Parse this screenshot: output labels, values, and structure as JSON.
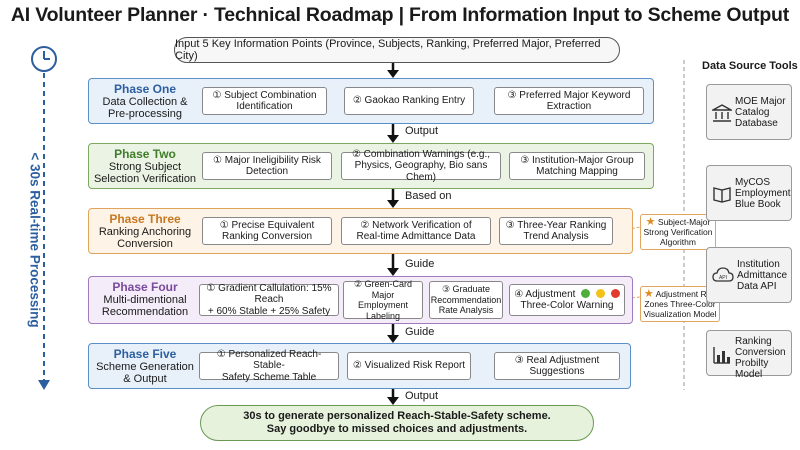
{
  "title": "AI Volunteer Planner · Technical Roadmap | From Information Input to Scheme Output",
  "input": "Input 5 Key Information Points (Province, Subjects, Ranking, Preferred Major, Preferred City)",
  "side_label": "< 30s Real-time Processing",
  "phases": [
    {
      "name": "Phase One",
      "sub": [
        "Data Collection &",
        "Pre-processing"
      ],
      "steps": [
        [
          "① Subject Combination",
          "Identification"
        ],
        [
          "② Gaokao Ranking Entry"
        ],
        [
          "③ Preferred Major Keyword",
          "Extraction"
        ]
      ]
    },
    {
      "name": "Phase Two",
      "sub": [
        "Strong Subject",
        "Selection Verification"
      ],
      "steps": [
        [
          "① Major Ineligibility Risk",
          "Detection"
        ],
        [
          "② Combination Warnings (e.g.,",
          "Physics, Geography, Bio sans Chem)"
        ],
        [
          "③ Institution-Major Group",
          "Matching Mapping"
        ]
      ]
    },
    {
      "name": "Phase Three",
      "sub": [
        "Ranking Anchoring",
        "Conversion"
      ],
      "steps": [
        [
          "① Precise Equivalent",
          "Ranking Conversion"
        ],
        [
          "② Network Verification of",
          "Real-time Admittance Data"
        ],
        [
          "③ Three-Year Ranking",
          "Trend Analysis"
        ]
      ]
    },
    {
      "name": "Phase Four",
      "sub": [
        "Multi-dimentional",
        "Recommendation"
      ],
      "steps": [
        [
          "① Gradient Callulation: 15% Reach",
          "+ 60% Stable + 25% Safety"
        ],
        [
          "② Green-Card Major",
          "Employment",
          "Labeling"
        ],
        [
          "③ Graduate",
          "Recommendation",
          "Rate Analysis"
        ],
        [
          "④ Adjustment",
          "Three-Color Warning"
        ]
      ]
    },
    {
      "name": "Phase Five",
      "sub": [
        "Scheme Generation",
        "& Output"
      ],
      "steps": [
        [
          "① Personalized Reach-Stable-",
          "Safety Scheme Table"
        ],
        [
          "② Visualized Risk Report"
        ],
        [
          "③ Real Adjustment Suggestions"
        ]
      ]
    }
  ],
  "connectors": [
    "Output",
    "Based on",
    "Guide",
    "Guide",
    "Output"
  ],
  "algorithms": [
    [
      "Subject-Major",
      "Strong Verification",
      "Algorithm"
    ],
    [
      "Adjustment Red",
      "Zones Three-Color",
      "Visualization Model"
    ]
  ],
  "tools_title": "Data Source Tools",
  "tools": [
    {
      "name": [
        "MOE Major",
        "Catalog",
        "Database"
      ],
      "icon": "institution-icon"
    },
    {
      "name": [
        "MyCOS",
        "Employment",
        "Blue Book"
      ],
      "icon": "book-icon"
    },
    {
      "name": [
        "Institution",
        "Admittance",
        "Data API"
      ],
      "icon": "api-cloud-icon"
    },
    {
      "name": [
        "Ranking",
        "Conversion",
        "Probilty Model"
      ],
      "icon": "bar-chart-icon"
    }
  ],
  "output": [
    "30s to generate personalized Reach-Stable-Safety scheme.",
    "Say goodbye to missed choices and adjustments."
  ],
  "colors": {
    "blue": "#2d5fa0",
    "green": "#3f7d2a",
    "orange": "#c87820",
    "purple": "#7a4a9c",
    "red": "#e23b2e",
    "yellow": "#f2c21a",
    "dot_green": "#4caf3c"
  }
}
